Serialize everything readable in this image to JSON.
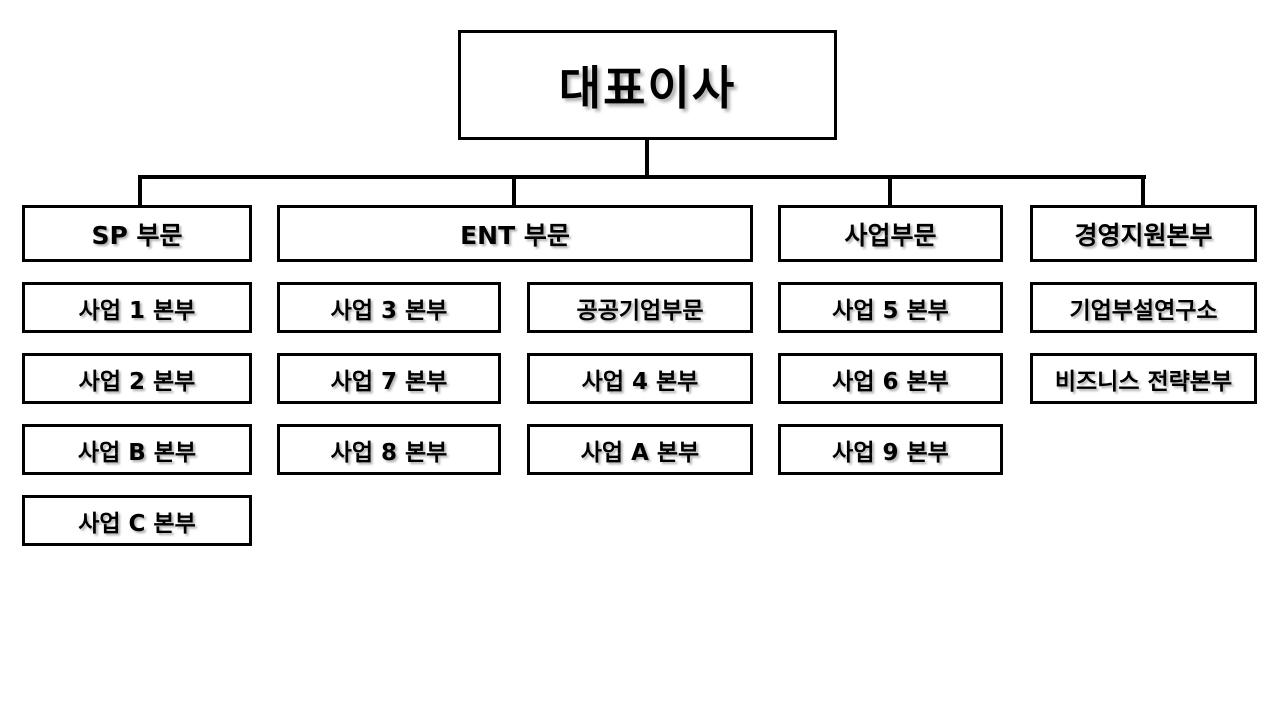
{
  "org": {
    "type": "org-chart",
    "root": {
      "label": "대표이사"
    },
    "divisions": [
      {
        "label": "SP 부문",
        "children": [
          "사업 1 본부",
          "사업 2 본부",
          "사업 B 본부",
          "사업 C 본부"
        ]
      },
      {
        "label": "ENT 부문",
        "columns": [
          [
            "사업 3 본부",
            "사업 7 본부",
            "사업 8 본부"
          ],
          [
            "공공기업부문",
            "사업 4 본부",
            "사업 A 본부"
          ]
        ]
      },
      {
        "label": "사업부문",
        "children": [
          "사업 5 본부",
          "사업 6 본부",
          "사업 9 본부"
        ]
      },
      {
        "label": "경영지원본부",
        "children": [
          "기업부설연구소",
          "비즈니스 전략본부"
        ]
      }
    ],
    "colors": {
      "background": "#ffffff",
      "box_fill": "#ffffff",
      "box_border": "#000000",
      "connector": "#000000",
      "text": "#000000"
    }
  }
}
